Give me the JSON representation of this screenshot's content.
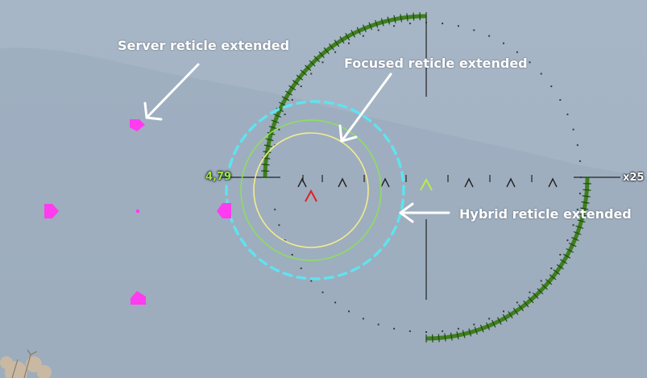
{
  "annotations": {
    "server": "Server reticle extended",
    "focused": "Focused reticle extended",
    "hybrid": "Hybrid reticle extended"
  },
  "hud": {
    "distance": "4,79",
    "zoom": "x25"
  },
  "colors": {
    "server_marker": "#ff3cf0",
    "focused_outer": "#8ee05a",
    "focused_inner": "#f4ec8a",
    "hybrid_dots": "#5fe3f0",
    "reload_arc": "#3f7f1e",
    "lead_marker": "#e02020",
    "aim_marker": "#b6ee48"
  },
  "icons": [
    "server-reticle-marker-icon",
    "lead-chevron-icon",
    "aim-chevron-icon",
    "annotation-arrow-icon"
  ]
}
